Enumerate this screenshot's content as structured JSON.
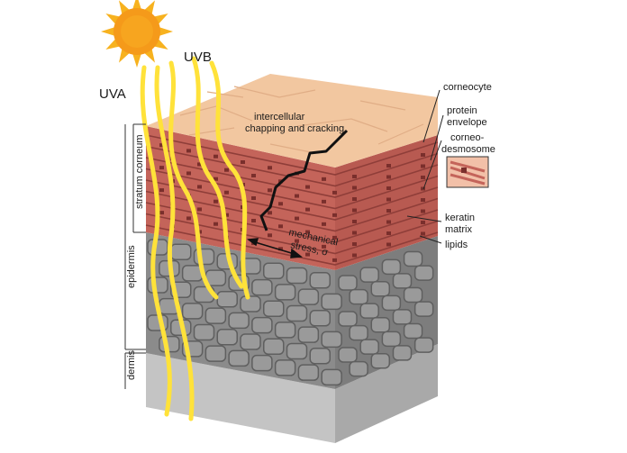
{
  "radiation": {
    "uva": "UVA",
    "uvb": "UVB"
  },
  "crack_label": {
    "line1": "intercellular",
    "line2": "chapping and cracking"
  },
  "stress_label": {
    "line1": "mechanical",
    "line2": "stress, σ"
  },
  "right_labels": {
    "corneocyte": "corneocyte",
    "protein_envelope_1": "protein",
    "protein_envelope_2": "envelope",
    "corneodesmosome_1": "corneo-",
    "corneodesmosome_2": "desmosome",
    "keratin_matrix_1": "keratin",
    "keratin_matrix_2": "matrix",
    "lipids": "lipids"
  },
  "layer_labels": {
    "stratum_corneum": "stratum corneum",
    "epidermis": "epidermis",
    "dermis": "dermis"
  },
  "colors": {
    "sun_core": "#f59a1a",
    "sun_rays": "#f7b21f",
    "uv_wave": "#ffe23a",
    "skin_top": "#f3c7a0",
    "corneum_fill": "#c9665a",
    "cell_dark": "#a14a44",
    "epidermis_fill": "#8e8e8e",
    "dermis_fill": "#bdbdbd"
  }
}
